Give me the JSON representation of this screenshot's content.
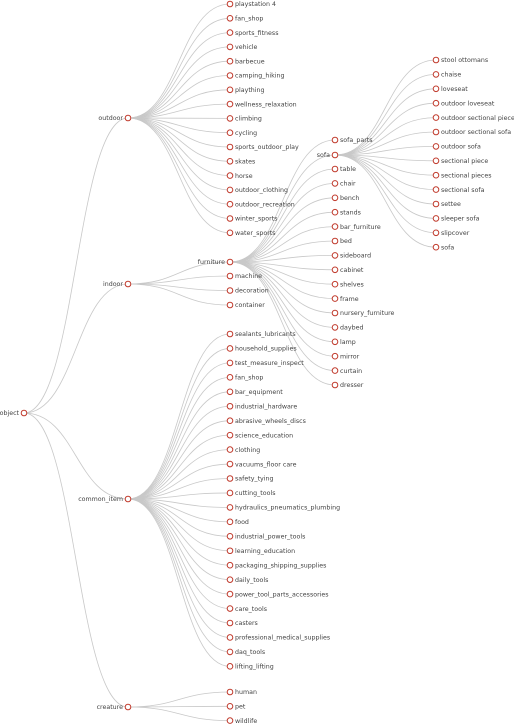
{
  "tree": {
    "name": "object",
    "children": [
      {
        "name": "outdoor",
        "children": [
          {
            "name": "playstation 4"
          },
          {
            "name": "fan_shop"
          },
          {
            "name": "sports_fitness"
          },
          {
            "name": "vehicle"
          },
          {
            "name": "barbecue"
          },
          {
            "name": "camping_hiking"
          },
          {
            "name": "plaything"
          },
          {
            "name": "wellness_relaxation"
          },
          {
            "name": "climbing"
          },
          {
            "name": "cycling"
          },
          {
            "name": "sports_outdoor_play"
          },
          {
            "name": "skates"
          },
          {
            "name": "horse"
          },
          {
            "name": "outdoor_clothing"
          },
          {
            "name": "outdoor_recreation"
          },
          {
            "name": "winter_sports"
          },
          {
            "name": "water_sports"
          }
        ]
      },
      {
        "name": "indoor",
        "children": [
          {
            "name": "furniture",
            "children": [
              {
                "name": "sofa_parts"
              },
              {
                "name": "sofa",
                "children": [
                  {
                    "name": "stool ottomans"
                  },
                  {
                    "name": "chaise"
                  },
                  {
                    "name": "loveseat"
                  },
                  {
                    "name": "outdoor loveseat"
                  },
                  {
                    "name": "outdoor sectional piece"
                  },
                  {
                    "name": "outdoor sectional sofa"
                  },
                  {
                    "name": "outdoor sofa"
                  },
                  {
                    "name": "sectional piece"
                  },
                  {
                    "name": "sectional pieces"
                  },
                  {
                    "name": "sectional sofa"
                  },
                  {
                    "name": "settee"
                  },
                  {
                    "name": "sleeper sofa"
                  },
                  {
                    "name": "slipcover"
                  },
                  {
                    "name": "sofa"
                  }
                ]
              },
              {
                "name": "table"
              },
              {
                "name": "chair"
              },
              {
                "name": "bench"
              },
              {
                "name": "stands"
              },
              {
                "name": "bar_furniture"
              },
              {
                "name": "bed"
              },
              {
                "name": "sideboard"
              },
              {
                "name": "cabinet"
              },
              {
                "name": "shelves"
              },
              {
                "name": "frame"
              },
              {
                "name": "nursery_furniture"
              },
              {
                "name": "daybed"
              },
              {
                "name": "lamp"
              },
              {
                "name": "mirror"
              },
              {
                "name": "curtain"
              },
              {
                "name": "dresser"
              }
            ]
          },
          {
            "name": "machine"
          },
          {
            "name": "decoration"
          },
          {
            "name": "container"
          }
        ]
      },
      {
        "name": "common_item",
        "children": [
          {
            "name": "sealants_lubricants"
          },
          {
            "name": "household_supplies"
          },
          {
            "name": "test_measure_inspect"
          },
          {
            "name": "fan_shop"
          },
          {
            "name": "bar_equipment"
          },
          {
            "name": "industrial_hardware"
          },
          {
            "name": "abrasive_wheels_discs"
          },
          {
            "name": "science_education"
          },
          {
            "name": "clothing"
          },
          {
            "name": "vacuums_floor care"
          },
          {
            "name": "safety_tying"
          },
          {
            "name": "cutting_tools"
          },
          {
            "name": "hydraulics_pneumatics_plumbing"
          },
          {
            "name": "food"
          },
          {
            "name": "industrial_power_tools"
          },
          {
            "name": "learning_education"
          },
          {
            "name": "packaging_shipping_supplies"
          },
          {
            "name": "daily_tools"
          },
          {
            "name": "power_tool_parts_accessories"
          },
          {
            "name": "care_tools"
          },
          {
            "name": "casters"
          },
          {
            "name": "professional_medical_supplies"
          },
          {
            "name": "daq_tools"
          },
          {
            "name": "lifting_lifting"
          }
        ]
      },
      {
        "name": "creature",
        "children": [
          {
            "name": "human"
          },
          {
            "name": "pet"
          },
          {
            "name": "wildlife"
          }
        ]
      }
    ]
  }
}
